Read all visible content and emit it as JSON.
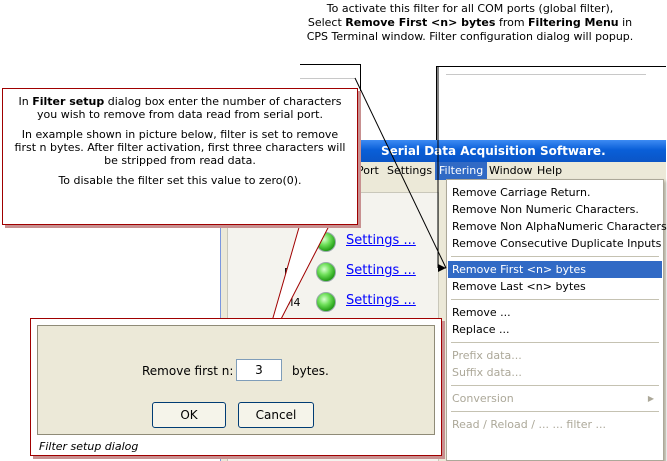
{
  "top_note": {
    "line1": "To activate this filter for all COM ports (global filter),",
    "line2_a": "Select ",
    "line2_b": "Remove First <n> bytes",
    "line2_c": " from ",
    "line2_d": "Filtering Menu",
    "line2_e": " in",
    "line3": "CPS Terminal window. Filter configuration dialog will popup."
  },
  "app": {
    "title": "Serial Data Acquisition Software.",
    "menu": {
      "port": "Port",
      "settings": "Settings",
      "filtering": "Filtering",
      "window": "Window",
      "help": "Help"
    },
    "ports": [
      {
        "name": "",
        "link": "Settings ..."
      },
      {
        "name": "M3",
        "link": "Settings ..."
      },
      {
        "name": "M4",
        "link": "Settings ..."
      }
    ]
  },
  "filter_menu": {
    "items": [
      "Remove Carriage Return.",
      "Remove Non Numeric Characters.",
      "Remove Non AlphaNumeric Characters.",
      "Remove Consecutive Duplicate Inputs",
      "Remove First <n> bytes",
      "Remove Last <n> bytes",
      "Remove ...",
      "Replace ...",
      "Prefix data...",
      "Suffix data...",
      "Conversion",
      "Read / Reload / ... ... filter ..."
    ]
  },
  "callout": {
    "p1_a": "In ",
    "p1_b": "Filter setup",
    "p1_c": " dialog box enter the number of characters you wish to remove from data read from serial port.",
    "p2": "In example shown in picture below, filter is set to remove first n bytes. After filter activation, first three characters will be stripped from read data.",
    "p3": "To disable the filter set this value to zero(0)."
  },
  "dialog": {
    "label": "Remove first n:",
    "value": "3",
    "unit": "bytes.",
    "ok": "OK",
    "cancel": "Cancel",
    "caption": "Filter setup dialog"
  },
  "colors": {
    "titlebar": "#0a5fd8",
    "menu_highlight": "#316ac5",
    "callout_border": "#a00000",
    "link": "#0000ff"
  }
}
